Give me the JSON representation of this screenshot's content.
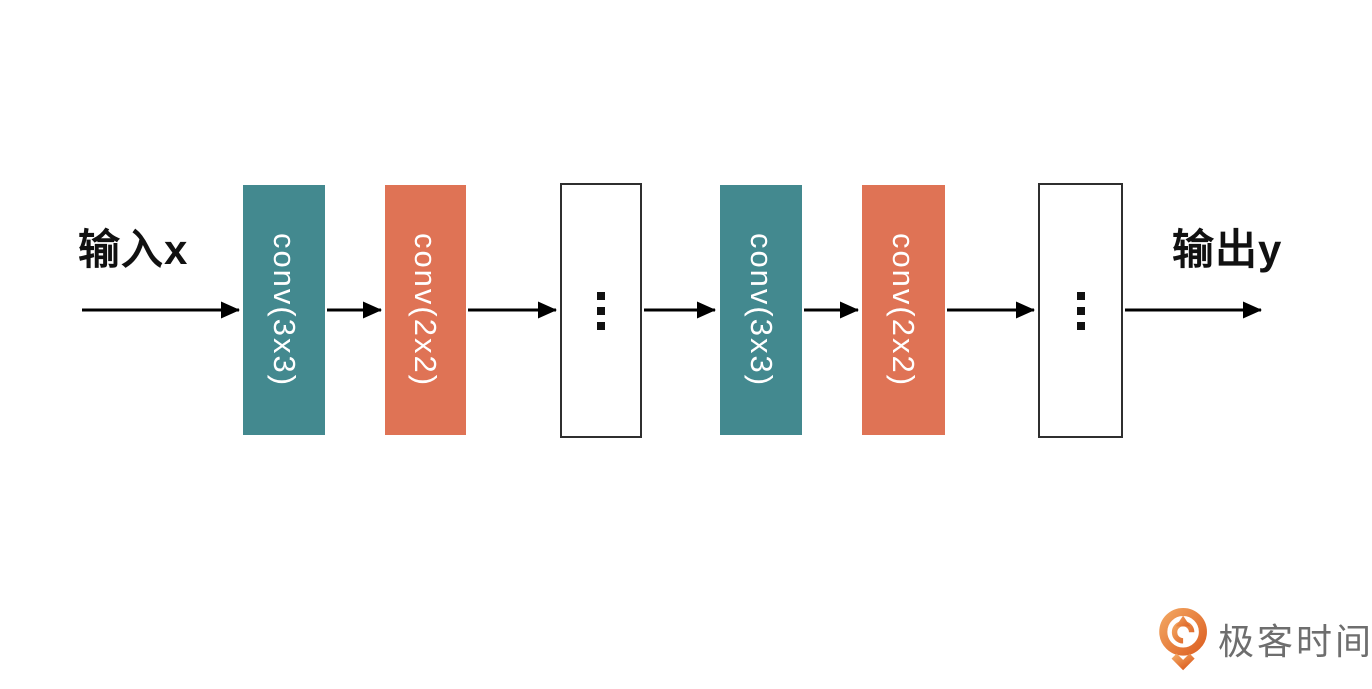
{
  "diagram": {
    "input_label": "输入x",
    "output_label": "输出y",
    "nodes": [
      {
        "type": "conv",
        "label": "conv(3x3)"
      },
      {
        "type": "conv",
        "label": "conv(2x2)"
      },
      {
        "type": "ellipsis",
        "icon": "vertical-ellipsis-icon"
      },
      {
        "type": "conv",
        "label": "conv(3x3)"
      },
      {
        "type": "conv",
        "label": "conv(2x2)"
      },
      {
        "type": "ellipsis",
        "icon": "vertical-ellipsis-icon"
      }
    ],
    "colors": {
      "conv3_fill": "#43898F",
      "conv2_fill": "#DF7355",
      "arrow": "#000000",
      "gap_box_border": "#2F2F2F",
      "label_text": "#111111"
    }
  },
  "footer": {
    "brand_name": "极客时间",
    "brand_icon": "geektime-logo-icon",
    "brand_text_color": "#6E6E6E",
    "brand_icon_colors": {
      "gradient_start": "#F2A45F",
      "gradient_end": "#DE6527"
    }
  }
}
